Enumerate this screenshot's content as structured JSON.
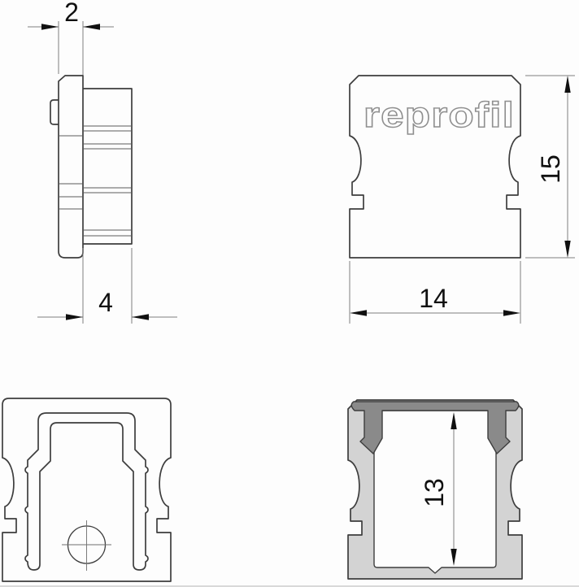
{
  "logo": {
    "text": "reprofil"
  },
  "dims": {
    "cap_plate_thickness": "2",
    "cap_total_depth": "4",
    "cap_width": "14",
    "cap_height": "15",
    "profile_inner_height": "13"
  },
  "colors": {
    "background": "#fdfdfd",
    "outline": "#3d3d3d",
    "dimension_line": "#7f7f7f",
    "dimension_text": "#101010",
    "logo_stroke": "#8f8f8f",
    "profile_fill": "#d3d3d3",
    "clip_fill": "#8a8a8a"
  }
}
